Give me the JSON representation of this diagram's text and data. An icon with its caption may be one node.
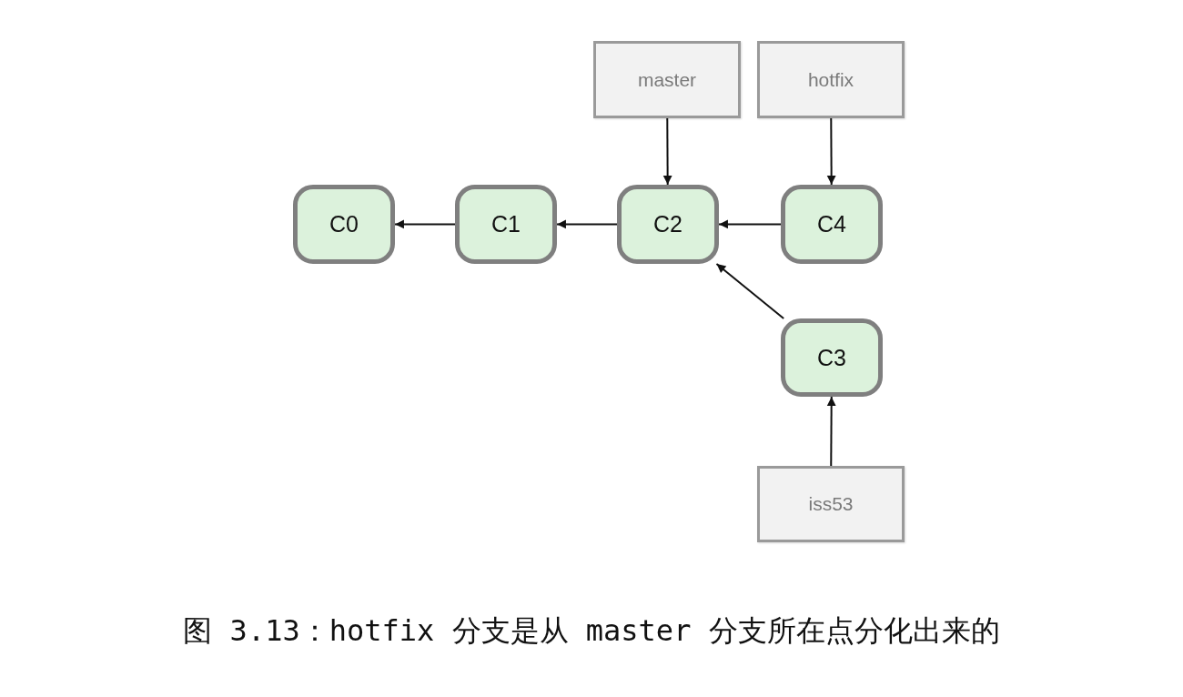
{
  "diagram": {
    "caption": "图 3.13：hotfix 分支是从 master 分支所在点分化出来的",
    "nodes": [
      {
        "text": [
          "master"
        ]
      },
      {
        "text": [
          "hotfix"
        ]
      },
      {
        "text": [
          "C0"
        ]
      },
      {
        "text": [
          "C1"
        ]
      },
      {
        "text": [
          "C2"
        ]
      },
      {
        "text": [
          "C4"
        ]
      },
      {
        "text": [
          "C3"
        ]
      },
      {
        "text": [
          "iss53"
        ]
      }
    ],
    "edges": [
      {
        "from": 0,
        "to": 4,
        "arrow": "to"
      },
      {
        "from": 1,
        "to": 5,
        "arrow": "to"
      },
      {
        "from": 3,
        "to": 2,
        "arrow": "to"
      },
      {
        "from": 4,
        "to": 3,
        "arrow": "to"
      },
      {
        "from": 5,
        "to": 4,
        "arrow": "to"
      },
      {
        "from": 6,
        "to": 4,
        "arrow": "to"
      },
      {
        "from": 7,
        "to": 6,
        "arrow": "to"
      }
    ]
  }
}
